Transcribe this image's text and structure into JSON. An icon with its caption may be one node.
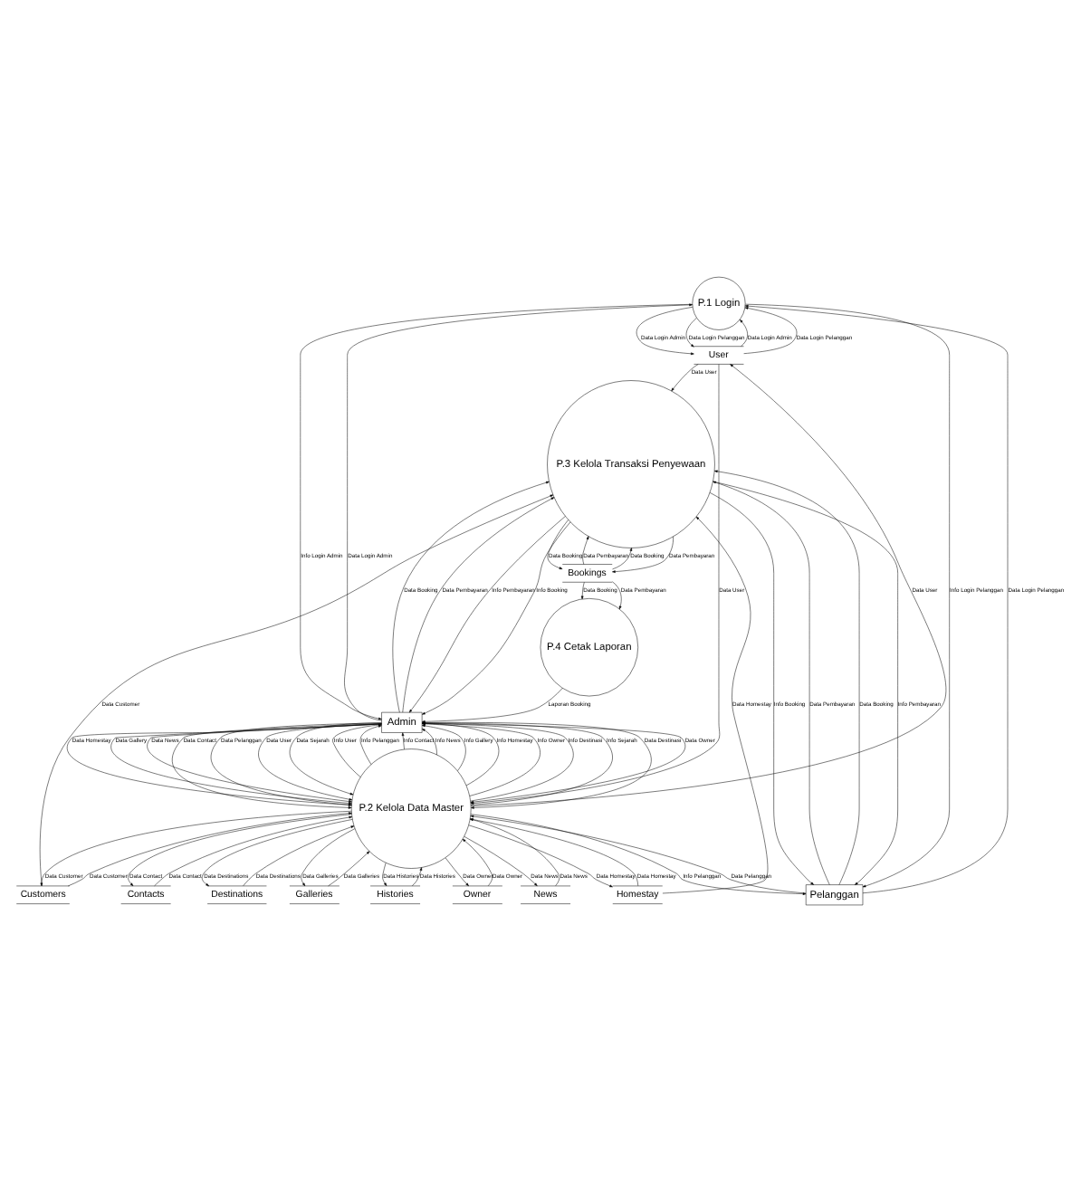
{
  "diagram": {
    "nodes": [
      {
        "text": [
          "P.1 Login"
        ]
      },
      {
        "text": [
          "User"
        ]
      },
      {
        "text": [
          "P.2 Kelola Data Master"
        ]
      },
      {
        "text": [
          "Contacts"
        ]
      },
      {
        "text": [
          "Destinations"
        ]
      },
      {
        "text": [
          "Galleries"
        ]
      },
      {
        "text": [
          "Histories"
        ]
      },
      {
        "text": [
          "News"
        ]
      },
      {
        "text": [
          "Owner"
        ]
      },
      {
        "text": [
          "Homestay"
        ]
      },
      {
        "text": [
          "Customers"
        ]
      },
      {
        "text": [
          "Admin"
        ]
      },
      {
        "text": [
          "Pelanggan"
        ]
      },
      {
        "text": [
          "P.3 Kelola Transaksi Penyewaan"
        ]
      },
      {
        "text": [
          "P.4 Cetak Laporan"
        ]
      },
      {
        "text": [
          "Bookings"
        ]
      }
    ],
    "edges": [
      {
        "from": 11,
        "to": 0,
        "arrow": "to",
        "label": "Data Login Admin"
      },
      {
        "from": 0,
        "to": 11,
        "arrow": "to",
        "label": "Info Login Admin"
      },
      {
        "from": 1,
        "to": 0,
        "arrow": "to",
        "label": "Data Login Admin"
      },
      {
        "from": 0,
        "to": 1,
        "arrow": "to",
        "label": "Data Login Admin"
      },
      {
        "from": 1,
        "to": 0,
        "arrow": "to",
        "label": "Data Login Pelanggan"
      },
      {
        "from": 0,
        "to": 1,
        "arrow": "to",
        "label": "Data Login Pelanggan"
      },
      {
        "from": 0,
        "to": 12,
        "arrow": "to",
        "label": "Info Login Pelanggan"
      },
      {
        "from": 12,
        "to": 0,
        "arrow": "to",
        "label": "Data Login Pelanggan"
      },
      {
        "from": 1,
        "to": 2,
        "arrow": "to",
        "label": "Data User"
      },
      {
        "from": 2,
        "to": 1,
        "arrow": "to",
        "label": "Data User"
      },
      {
        "from": 11,
        "to": 2,
        "arrow": "to",
        "label": "Data Sejarah"
      },
      {
        "from": 11,
        "to": 2,
        "arrow": "to",
        "label": "Data Destinasi"
      },
      {
        "from": 11,
        "to": 2,
        "arrow": "to",
        "label": "Data Owner"
      },
      {
        "from": 11,
        "to": 2,
        "arrow": "to",
        "label": "Data Homestay"
      },
      {
        "from": 11,
        "to": 2,
        "arrow": "to",
        "label": "Data Gallery"
      },
      {
        "from": 11,
        "to": 2,
        "arrow": "to",
        "label": "Data News"
      },
      {
        "from": 11,
        "to": 2,
        "arrow": "to",
        "label": "Data Contact"
      },
      {
        "from": 11,
        "to": 2,
        "arrow": "to",
        "label": "Data Pelanggan"
      },
      {
        "from": 11,
        "to": 2,
        "arrow": "to",
        "label": "Data User"
      },
      {
        "from": 2,
        "to": 11,
        "arrow": "to",
        "label": "Info User"
      },
      {
        "from": 2,
        "to": 11,
        "arrow": "to",
        "label": "Info Pelanggan"
      },
      {
        "from": 2,
        "to": 11,
        "arrow": "to",
        "label": "Info Contact"
      },
      {
        "from": 2,
        "to": 11,
        "arrow": "to",
        "label": "Info News"
      },
      {
        "from": 2,
        "to": 11,
        "arrow": "to",
        "label": "Info Gallery"
      },
      {
        "from": 2,
        "to": 11,
        "arrow": "to",
        "label": "Info Homestay"
      },
      {
        "from": 2,
        "to": 11,
        "arrow": "to",
        "label": "Info Owner"
      },
      {
        "from": 2,
        "to": 11,
        "arrow": "to",
        "label": "Info Destinasi"
      },
      {
        "from": 2,
        "to": 11,
        "arrow": "to",
        "label": "Info Sejarah"
      },
      {
        "from": 2,
        "to": 12,
        "arrow": "to",
        "label": "Info Pelanggan"
      },
      {
        "from": 12,
        "to": 2,
        "arrow": "to",
        "label": "Data Pelanggan"
      },
      {
        "from": 2,
        "to": 3,
        "arrow": "to",
        "label": "Data Contact"
      },
      {
        "from": 3,
        "to": 2,
        "arrow": "to",
        "label": "Data Contact"
      },
      {
        "from": 2,
        "to": 4,
        "arrow": "to",
        "label": "Data Destinations"
      },
      {
        "from": 4,
        "to": 2,
        "arrow": "to",
        "label": "Data Destinations"
      },
      {
        "from": 2,
        "to": 5,
        "arrow": "to",
        "label": "Data Galleries"
      },
      {
        "from": 5,
        "to": 2,
        "arrow": "to",
        "label": "Data Galleries"
      },
      {
        "from": 2,
        "to": 6,
        "arrow": "to",
        "label": "Data Histories"
      },
      {
        "from": 6,
        "to": 2,
        "arrow": "to",
        "label": "Data Histories"
      },
      {
        "from": 2,
        "to": 7,
        "arrow": "to",
        "label": "Data News"
      },
      {
        "from": 7,
        "to": 2,
        "arrow": "to",
        "label": "Data News"
      },
      {
        "from": 2,
        "to": 8,
        "arrow": "to",
        "label": "Data Owner"
      },
      {
        "from": 8,
        "to": 2,
        "arrow": "to",
        "label": "Data Owner"
      },
      {
        "from": 2,
        "to": 9,
        "arrow": "to",
        "label": "Data Homestay"
      },
      {
        "from": 9,
        "to": 2,
        "arrow": "to",
        "label": "Data Homestay"
      },
      {
        "from": 2,
        "to": 10,
        "arrow": "to",
        "label": "Data Customer"
      },
      {
        "from": 10,
        "to": 2,
        "arrow": "to",
        "label": "Data Customer"
      },
      {
        "from": 10,
        "to": 13,
        "arrow": "to",
        "label": "Data Customer"
      },
      {
        "from": 9,
        "to": 13,
        "arrow": "to",
        "label": "Data Homestay"
      },
      {
        "from": 13,
        "to": 12,
        "arrow": "to",
        "label": "Info Booking"
      },
      {
        "from": 13,
        "to": 12,
        "arrow": "to",
        "label": "Info Pembayaran"
      },
      {
        "from": 12,
        "to": 13,
        "arrow": "to",
        "label": "Data Pembayaran"
      },
      {
        "from": 12,
        "to": 13,
        "arrow": "to",
        "label": "Data Booking"
      },
      {
        "from": 11,
        "to": 13,
        "arrow": "to",
        "label": "Data Booking"
      },
      {
        "from": 11,
        "to": 13,
        "arrow": "to",
        "label": "Data Pembayaran"
      },
      {
        "from": 13,
        "to": 11,
        "arrow": "to",
        "label": "Info Pembayaran"
      },
      {
        "from": 13,
        "to": 11,
        "arrow": "to",
        "label": "Info Booking"
      },
      {
        "from": 1,
        "to": 13,
        "arrow": "to",
        "label": "Data User"
      },
      {
        "from": 13,
        "to": 15,
        "arrow": "to",
        "label": "Data Pembayaran"
      },
      {
        "from": 15,
        "to": 13,
        "arrow": "to",
        "label": "Data Pembayaran"
      },
      {
        "from": 13,
        "to": 15,
        "arrow": "to",
        "label": "Data Booking"
      },
      {
        "from": 15,
        "to": 13,
        "arrow": "to",
        "label": "Data Booking"
      },
      {
        "from": 15,
        "to": 14,
        "arrow": "to",
        "label": "Data Pembayaran"
      },
      {
        "from": 15,
        "to": 14,
        "arrow": "to",
        "label": "Data Booking"
      },
      {
        "from": 14,
        "to": 11,
        "arrow": "to",
        "label": "Laporan Booking"
      }
    ]
  }
}
